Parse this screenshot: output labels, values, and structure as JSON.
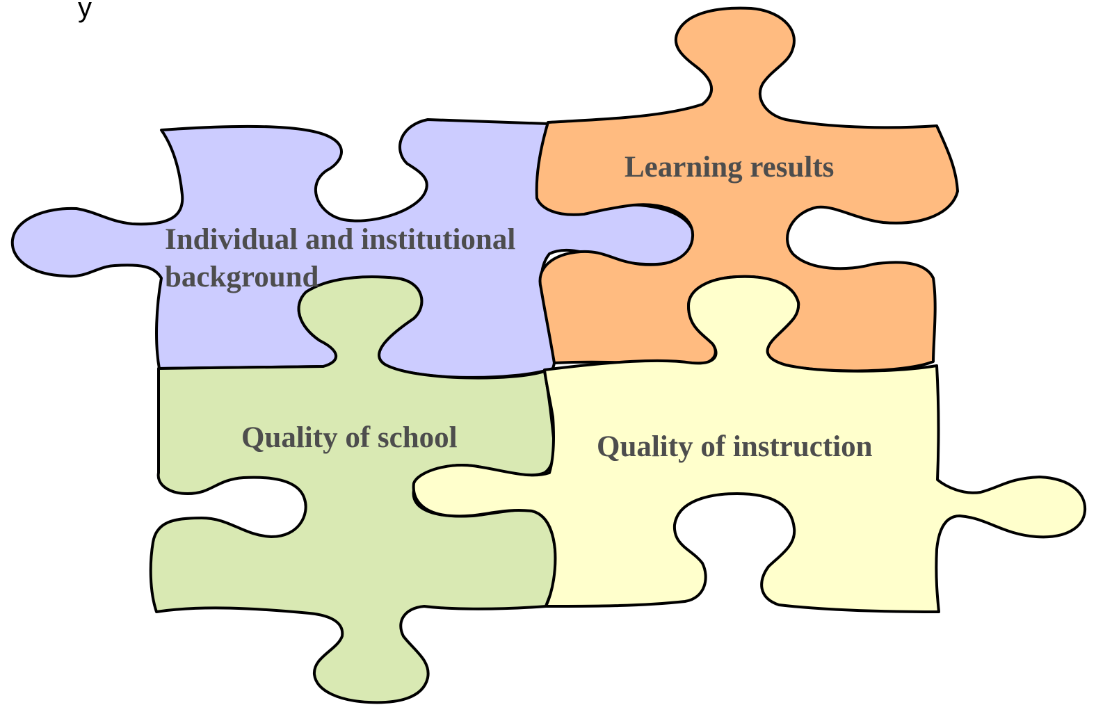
{
  "diagram": {
    "corner_fragment": "y",
    "pieces": [
      {
        "id": "individual",
        "lines": [
          "Individual and institutional",
          "background"
        ],
        "color": "#ccccff"
      },
      {
        "id": "learning",
        "lines": [
          "Learning results"
        ],
        "color": "#ffbb80"
      },
      {
        "id": "school",
        "lines": [
          "Quality of school"
        ],
        "color": "#d9e9b3"
      },
      {
        "id": "instruction",
        "lines": [
          "Quality of instruction"
        ],
        "color": "#ffffcc"
      }
    ],
    "label_color": "#4d4d4d",
    "outline_color": "#000000"
  }
}
